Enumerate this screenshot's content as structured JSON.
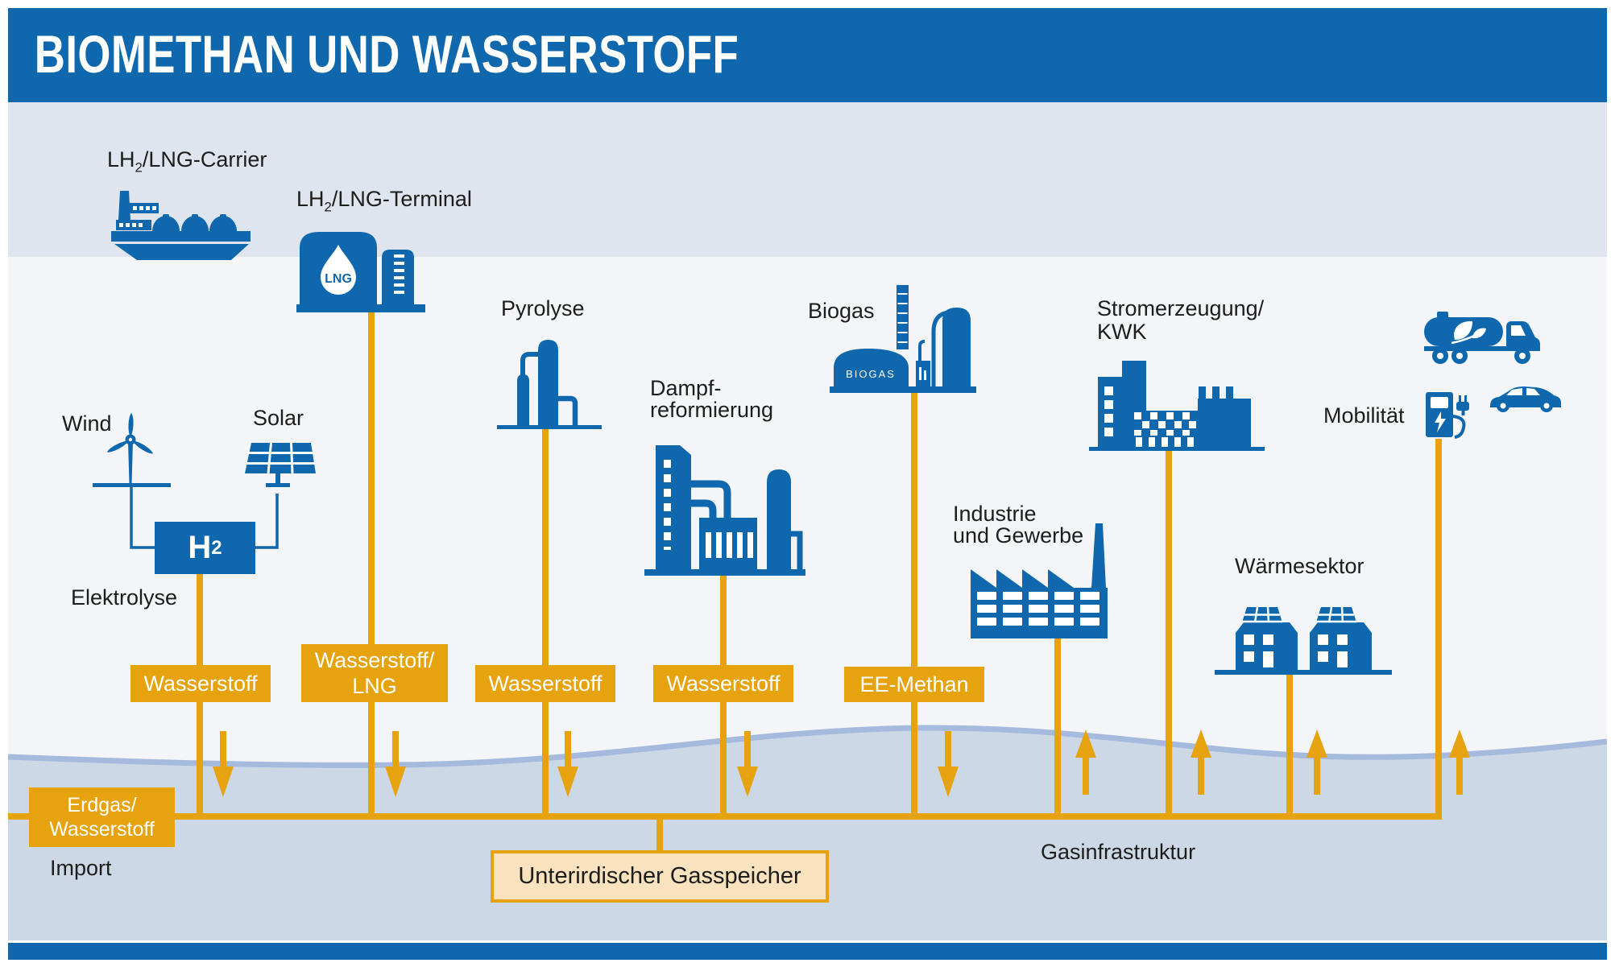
{
  "palette": {
    "brand_blue": "#0f68ad",
    "accent_orange": "#e7a30e",
    "storage_fill": "#f9e2bd",
    "ground": "#ccd8e5",
    "ground_edge": "#a5badd",
    "band_top": "#dfe5ef",
    "band_main": "#f3f5f9",
    "text_dark": "#1d1d1b"
  },
  "header": {
    "title": "BIOMETHAN UND WASSERSTOFF"
  },
  "import_zone": {
    "carrier": {
      "pre": "LH",
      "sub": "2",
      "post": "/LNG-Carrier"
    },
    "terminal": {
      "pre": "LH",
      "sub": "2",
      "post": "/LNG-Terminal"
    },
    "lng_tank_text": "LNG"
  },
  "production": {
    "wind": "Wind",
    "solar": "Solar",
    "electrolysis": {
      "label": "Elektrolyse",
      "h": "H",
      "sub": "2"
    },
    "pyrolysis": "Pyrolyse",
    "steam_reforming": {
      "line1": "Dampf-",
      "line2": "reformierung"
    },
    "biogas": {
      "label": "Biogas",
      "tank_text": "BIOGAS"
    }
  },
  "consumption": {
    "power": {
      "line1": "Stromerzeugung/",
      "line2": "KWK"
    },
    "industry": {
      "line1": "Industrie",
      "line2": "und Gewerbe"
    },
    "heat": "Wärmesektor",
    "mobility": "Mobilität"
  },
  "flows": {
    "wasserstoff_1": "Wasserstoff",
    "wasserstoff_lng": {
      "line1": "Wasserstoff/",
      "line2": "LNG"
    },
    "wasserstoff_2": "Wasserstoff",
    "wasserstoff_3": "Wasserstoff",
    "ee_methan": "EE-Methan",
    "erdgas_wasserstoff": {
      "line1": "Erdgas/",
      "line2": "Wasserstoff"
    }
  },
  "infrastructure": {
    "import": "Import",
    "storage": "Unterirdischer Gasspeicher",
    "grid": "Gasinfrastruktur"
  }
}
